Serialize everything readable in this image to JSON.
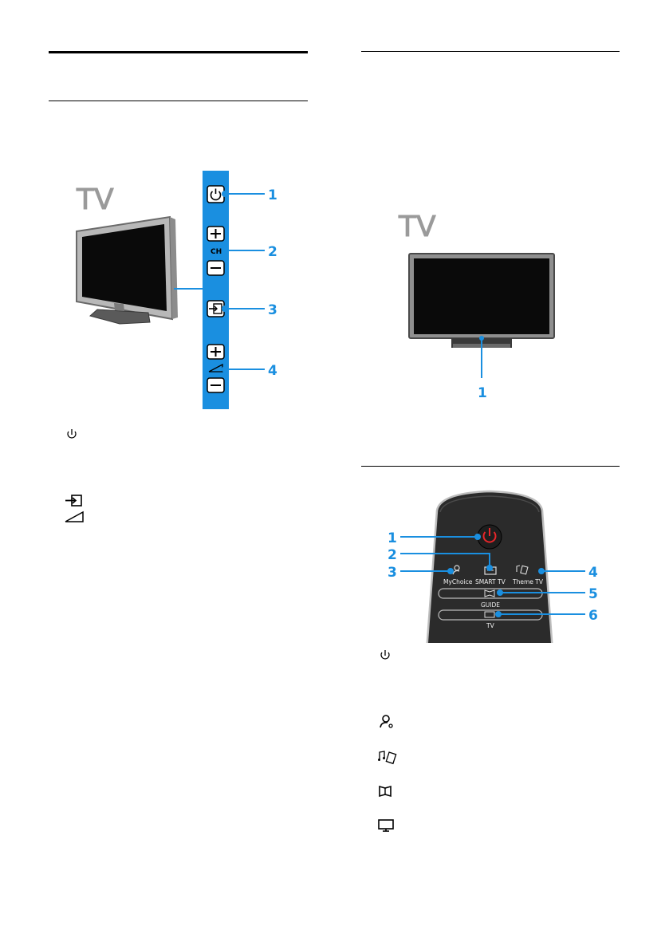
{
  "colors": {
    "accent": "#1a8fe0",
    "rule": "#000000",
    "remote_body": "#2e2e2e",
    "power_red": "#e8262a",
    "tv_screen": "#0a0a0a"
  },
  "fig_side": {
    "tv_label": "TV",
    "callouts": [
      "1",
      "2",
      "3",
      "4"
    ],
    "ch_label": "CH"
  },
  "fig_front": {
    "tv_label": "TV",
    "callout": "1"
  },
  "fig_remote": {
    "callouts": [
      "1",
      "2",
      "3",
      "4",
      "5",
      "6"
    ],
    "btn_mychoice": "MyChoice",
    "btn_smarttv": "SMART TV",
    "btn_themetv": "Theme TV",
    "btn_guide": "GUIDE",
    "btn_tv": "TV"
  },
  "left_icons": [
    "power-icon",
    "source-icon",
    "volume-icon"
  ],
  "right_icons": [
    "power-icon",
    "mychoice-icon",
    "theme-tv-icon",
    "guide-icon",
    "tv-icon"
  ]
}
